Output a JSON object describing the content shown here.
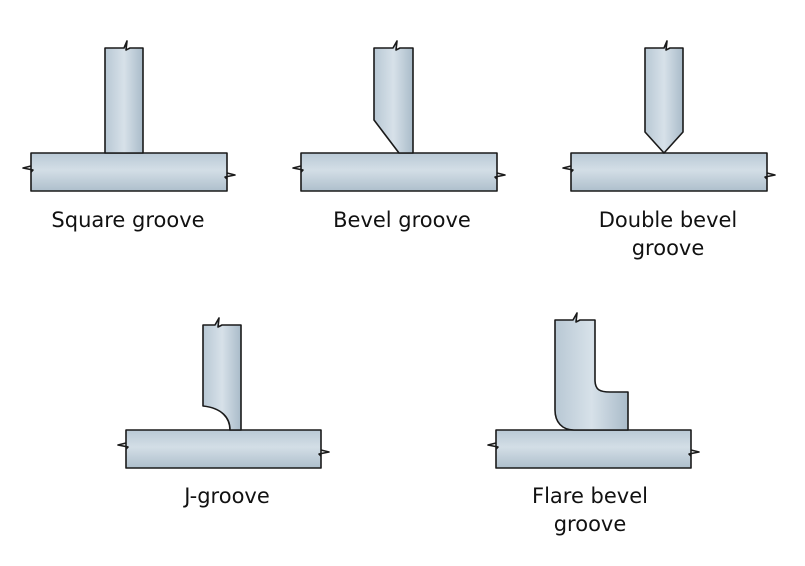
{
  "joints": [
    {
      "id": "square-groove",
      "lines": [
        "Square groove"
      ]
    },
    {
      "id": "bevel-groove",
      "lines": [
        "Bevel groove"
      ]
    },
    {
      "id": "double-bevel-groove",
      "lines": [
        "Double bevel",
        "groove"
      ]
    },
    {
      "id": "j-groove",
      "lines": [
        "J-groove"
      ]
    },
    {
      "id": "flare-bevel-groove",
      "lines": [
        "Flare bevel",
        "groove"
      ]
    }
  ],
  "colors": {
    "metal_light": "#c9d6e0",
    "metal_mid": "#aebfcc",
    "outline": "#1a1a1a",
    "label_text": "#111111"
  }
}
